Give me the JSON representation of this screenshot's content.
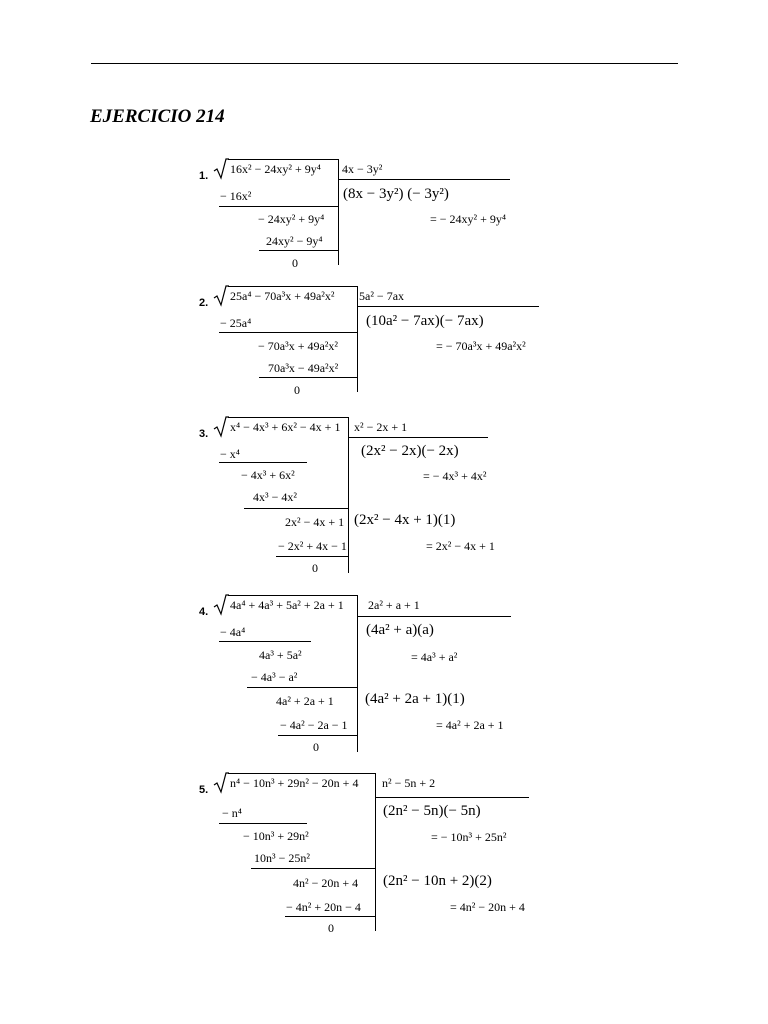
{
  "header": {
    "title": "EJERCICIO 214"
  },
  "problems": [
    {
      "number": "1.",
      "radicand": "16x² − 24xy² + 9y⁴",
      "root": "4x − 3y²",
      "steps": [
        "− 16x²",
        "− 24xy² + 9y⁴",
        "24xy² − 9y⁴",
        "0"
      ],
      "side": [
        "(8x − 3y²) (− 3y²)",
        "= − 24xy² + 9y⁴"
      ]
    },
    {
      "number": "2.",
      "radicand": "25a⁴ − 70a³x + 49a²x²",
      "root": "5a² − 7ax",
      "steps": [
        "− 25a⁴",
        "− 70a³x + 49a²x²",
        "70a³x − 49a²x²",
        "0"
      ],
      "side": [
        "(10a² − 7ax)(− 7ax)",
        "= − 70a³x + 49a²x²"
      ]
    },
    {
      "number": "3.",
      "radicand": "x⁴ − 4x³ + 6x² − 4x + 1",
      "root": "x² − 2x + 1",
      "steps": [
        "− x⁴",
        "− 4x³ + 6x²",
        "4x³ − 4x²",
        "2x² − 4x + 1",
        "− 2x² + 4x − 1",
        "0"
      ],
      "side": [
        "(2x² − 2x)(− 2x)",
        "= − 4x³ + 4x²",
        "(2x² − 4x + 1)(1)",
        "= 2x² − 4x + 1"
      ]
    },
    {
      "number": "4.",
      "radicand": "4a⁴ + 4a³ + 5a² + 2a + 1",
      "root": "2a² + a + 1",
      "steps": [
        "− 4a⁴",
        "4a³ + 5a²",
        "− 4a³ − a²",
        "4a² + 2a + 1",
        "− 4a² − 2a − 1",
        "0"
      ],
      "side": [
        "(4a² + a)(a)",
        "= 4a³ + a²",
        "(4a² + 2a + 1)(1)",
        "= 4a² + 2a + 1"
      ]
    },
    {
      "number": "5.",
      "radicand": "n⁴ − 10n³ + 29n² − 20n + 4",
      "root": "n² − 5n + 2",
      "steps": [
        "− n⁴",
        "− 10n³ + 29n²",
        "10n³ − 25n²",
        "4n² − 20n + 4",
        "− 4n² + 20n − 4",
        "0"
      ],
      "side": [
        "(2n² − 5n)(− 5n)",
        "= − 10n³ + 25n²",
        "(2n² − 10n + 2)(2)",
        "= 4n² − 20n + 4"
      ]
    }
  ]
}
